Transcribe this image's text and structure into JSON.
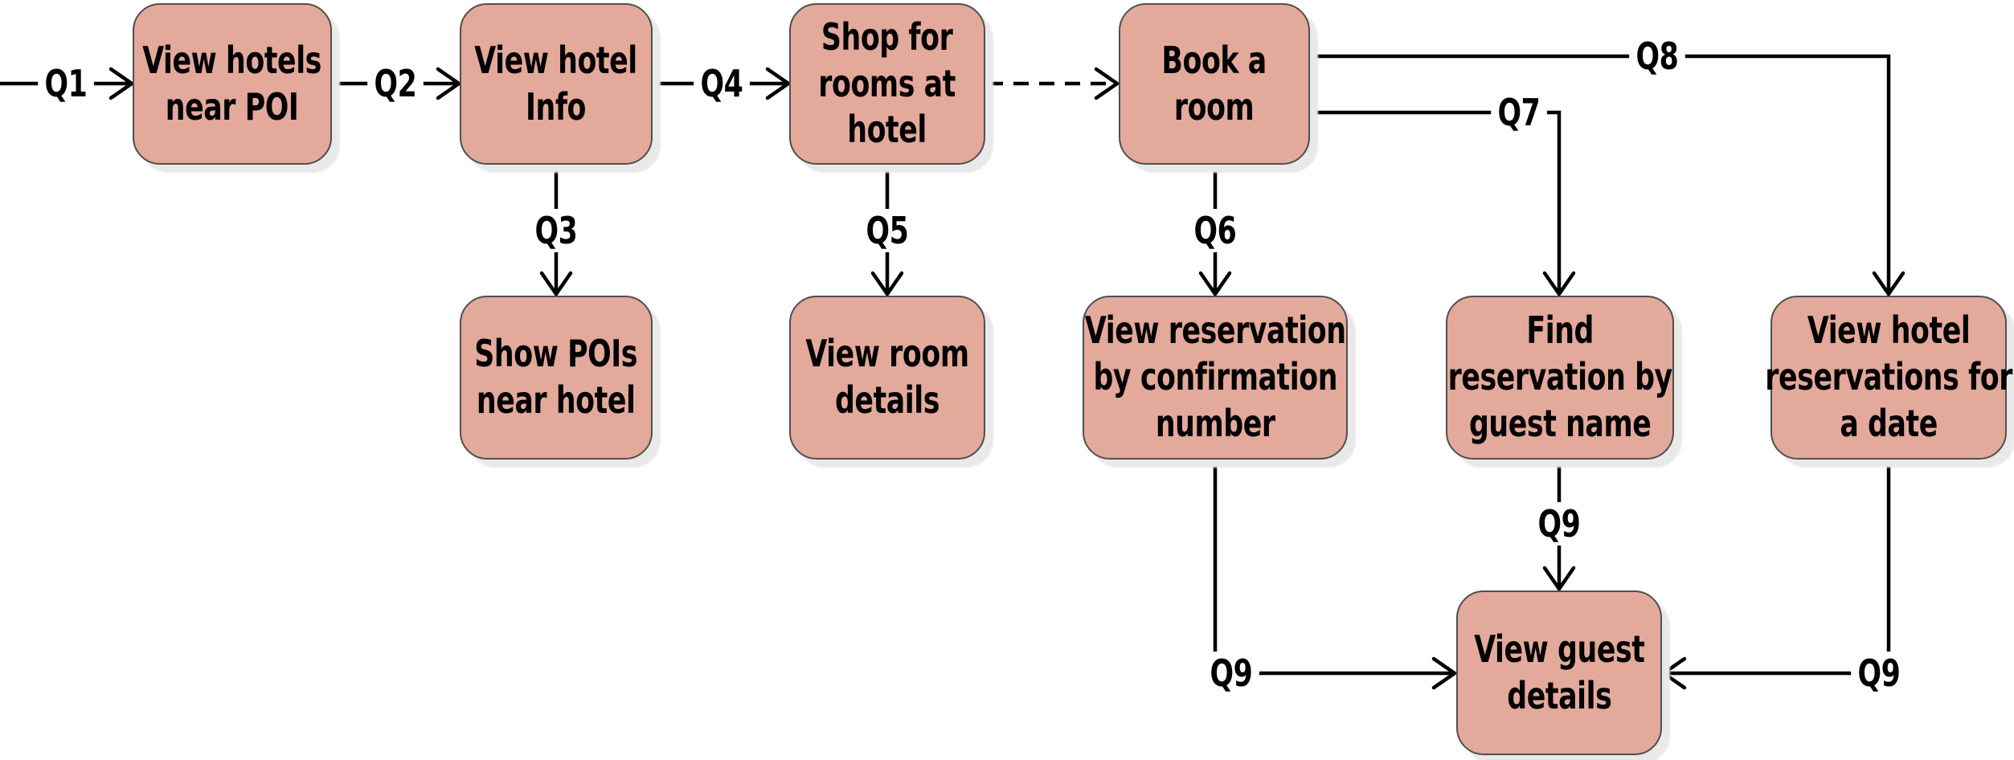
{
  "diagram": {
    "type": "flowchart",
    "colors": {
      "background": "#ffffff",
      "node_fill": "#e3a99b",
      "node_border": "#4f4f4f",
      "node_shadow": "#e9e9e9",
      "line": "#000000",
      "text": "#000000"
    },
    "nodes": [
      {
        "id": "view-hotels-near-poi",
        "label": "View hotels\nnear POI"
      },
      {
        "id": "view-hotel-info",
        "label": "View hotel\nInfo"
      },
      {
        "id": "shop-for-rooms-at-hotel",
        "label": "Shop for\nrooms at\nhotel"
      },
      {
        "id": "book-a-room",
        "label": "Book a\nroom"
      },
      {
        "id": "show-pois-near-hotel",
        "label": "Show POIs\nnear hotel"
      },
      {
        "id": "view-room-details",
        "label": "View room\ndetails"
      },
      {
        "id": "view-reservation-by-confirmation-number",
        "label": "View reservation\nby confirmation\nnumber"
      },
      {
        "id": "find-reservation-by-guest-name",
        "label": "Find\nreservation by\nguest name"
      },
      {
        "id": "view-hotel-reservations-for-a-date",
        "label": "View hotel\nreservations for\na date"
      },
      {
        "id": "view-guest-details",
        "label": "View guest\ndetails"
      }
    ],
    "edges": [
      {
        "label": "Q1",
        "from": "start",
        "to": "view-hotels-near-poi",
        "style": "solid"
      },
      {
        "label": "Q2",
        "from": "view-hotels-near-poi",
        "to": "view-hotel-info",
        "style": "solid"
      },
      {
        "label": "Q3",
        "from": "view-hotel-info",
        "to": "show-pois-near-hotel",
        "style": "solid"
      },
      {
        "label": "Q4",
        "from": "view-hotel-info",
        "to": "shop-for-rooms-at-hotel",
        "style": "solid"
      },
      {
        "label": "Q5",
        "from": "shop-for-rooms-at-hotel",
        "to": "view-room-details",
        "style": "solid"
      },
      {
        "label": "",
        "from": "shop-for-rooms-at-hotel",
        "to": "book-a-room",
        "style": "dashed"
      },
      {
        "label": "Q6",
        "from": "book-a-room",
        "to": "view-reservation-by-confirmation-number",
        "style": "solid"
      },
      {
        "label": "Q7",
        "from": "book-a-room",
        "to": "find-reservation-by-guest-name",
        "style": "solid"
      },
      {
        "label": "Q8",
        "from": "book-a-room",
        "to": "view-hotel-reservations-for-a-date",
        "style": "solid"
      },
      {
        "label": "Q9",
        "from": "view-reservation-by-confirmation-number",
        "to": "view-guest-details",
        "style": "solid"
      },
      {
        "label": "Q9",
        "from": "find-reservation-by-guest-name",
        "to": "view-guest-details",
        "style": "solid"
      },
      {
        "label": "Q9",
        "from": "view-hotel-reservations-for-a-date",
        "to": "view-guest-details",
        "style": "solid"
      }
    ]
  }
}
